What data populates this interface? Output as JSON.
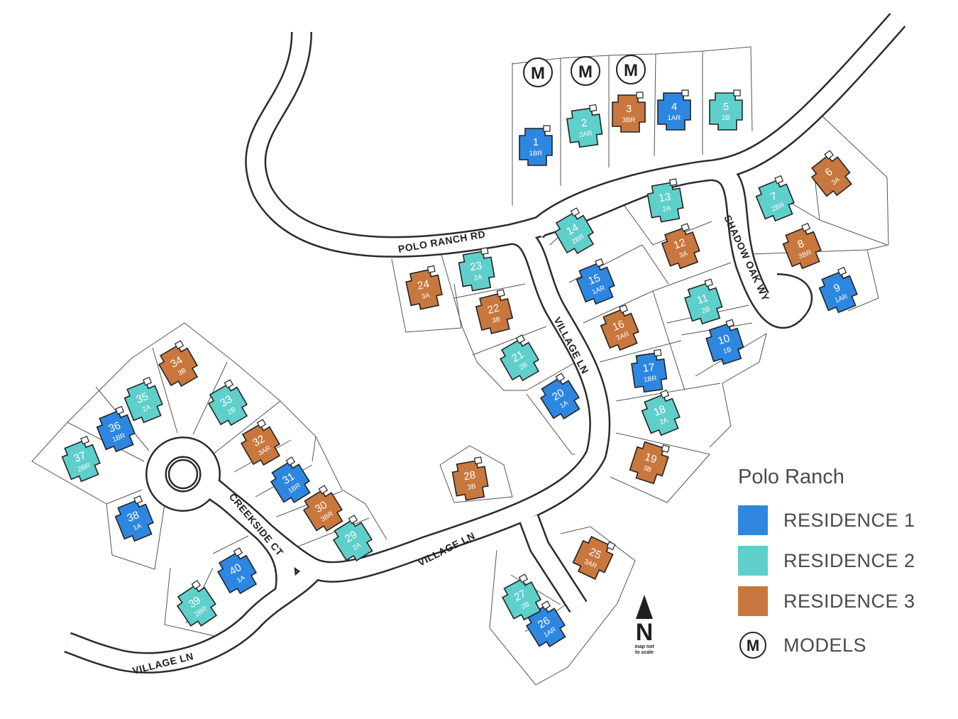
{
  "legend": {
    "title": "Polo Ranch",
    "items": [
      {
        "label": "RESIDENCE 1",
        "color": "#2d87e0"
      },
      {
        "label": "RESIDENCE 2",
        "color": "#5fcfcb"
      },
      {
        "label": "RESIDENCE 3",
        "color": "#c8773e"
      },
      {
        "label": "MODELS",
        "icon": "M",
        "icon_name": "models-circle-icon"
      }
    ]
  },
  "streets": {
    "polo_ranch_rd": "POLO RANCH RD",
    "village_ln_a": "VILLAGE LN",
    "village_ln_b": "VILLAGE LN",
    "village_ln_c": "VILLAGE LN",
    "shadow_oak_wy": "SHADOW OAK WY",
    "creekside_ct": "CREEKSIDE CT"
  },
  "model_marker": "M",
  "north": {
    "letter": "N",
    "note_line1": "map not",
    "note_line2": "to scale",
    "icon": "north-arrow-icon"
  },
  "lots": [
    {
      "num": "1",
      "type": "1BR",
      "res": 1
    },
    {
      "num": "2",
      "type": "2AR",
      "res": 2
    },
    {
      "num": "3",
      "type": "3BR",
      "res": 3
    },
    {
      "num": "4",
      "type": "1AR",
      "res": 1
    },
    {
      "num": "5",
      "type": "2B",
      "res": 2
    },
    {
      "num": "6",
      "type": "3A",
      "res": 3
    },
    {
      "num": "7",
      "type": "2BR",
      "res": 2
    },
    {
      "num": "8",
      "type": "3BR",
      "res": 3
    },
    {
      "num": "9",
      "type": "1AR",
      "res": 1
    },
    {
      "num": "10",
      "type": "1B",
      "res": 1
    },
    {
      "num": "11",
      "type": "2B",
      "res": 2
    },
    {
      "num": "12",
      "type": "3A",
      "res": 3
    },
    {
      "num": "13",
      "type": "2A",
      "res": 2
    },
    {
      "num": "14",
      "type": "2BR",
      "res": 2
    },
    {
      "num": "15",
      "type": "1AR",
      "res": 1
    },
    {
      "num": "16",
      "type": "3AR",
      "res": 3
    },
    {
      "num": "17",
      "type": "1BR",
      "res": 1
    },
    {
      "num": "18",
      "type": "2A",
      "res": 2
    },
    {
      "num": "19",
      "type": "3B",
      "res": 3
    },
    {
      "num": "20",
      "type": "1A",
      "res": 1
    },
    {
      "num": "21",
      "type": "2B",
      "res": 2
    },
    {
      "num": "22",
      "type": "3B",
      "res": 3
    },
    {
      "num": "23",
      "type": "2A",
      "res": 2
    },
    {
      "num": "24",
      "type": "3A",
      "res": 3
    },
    {
      "num": "25",
      "type": "3AR",
      "res": 3
    },
    {
      "num": "26",
      "type": "1AR",
      "res": 1
    },
    {
      "num": "27",
      "type": "2B",
      "res": 2
    },
    {
      "num": "28",
      "type": "3B",
      "res": 3
    },
    {
      "num": "29",
      "type": "2A",
      "res": 2
    },
    {
      "num": "30",
      "type": "3BR",
      "res": 3
    },
    {
      "num": "31",
      "type": "1BR",
      "res": 1
    },
    {
      "num": "32",
      "type": "3AR",
      "res": 3
    },
    {
      "num": "33",
      "type": "2B",
      "res": 2
    },
    {
      "num": "34",
      "type": "3B",
      "res": 3
    },
    {
      "num": "35",
      "type": "2A",
      "res": 2
    },
    {
      "num": "36",
      "type": "1BR",
      "res": 1
    },
    {
      "num": "37",
      "type": "2BR",
      "res": 2
    },
    {
      "num": "38",
      "type": "1A",
      "res": 1
    },
    {
      "num": "39",
      "type": "2BR",
      "res": 2
    },
    {
      "num": "40",
      "type": "1A",
      "res": 1
    }
  ]
}
